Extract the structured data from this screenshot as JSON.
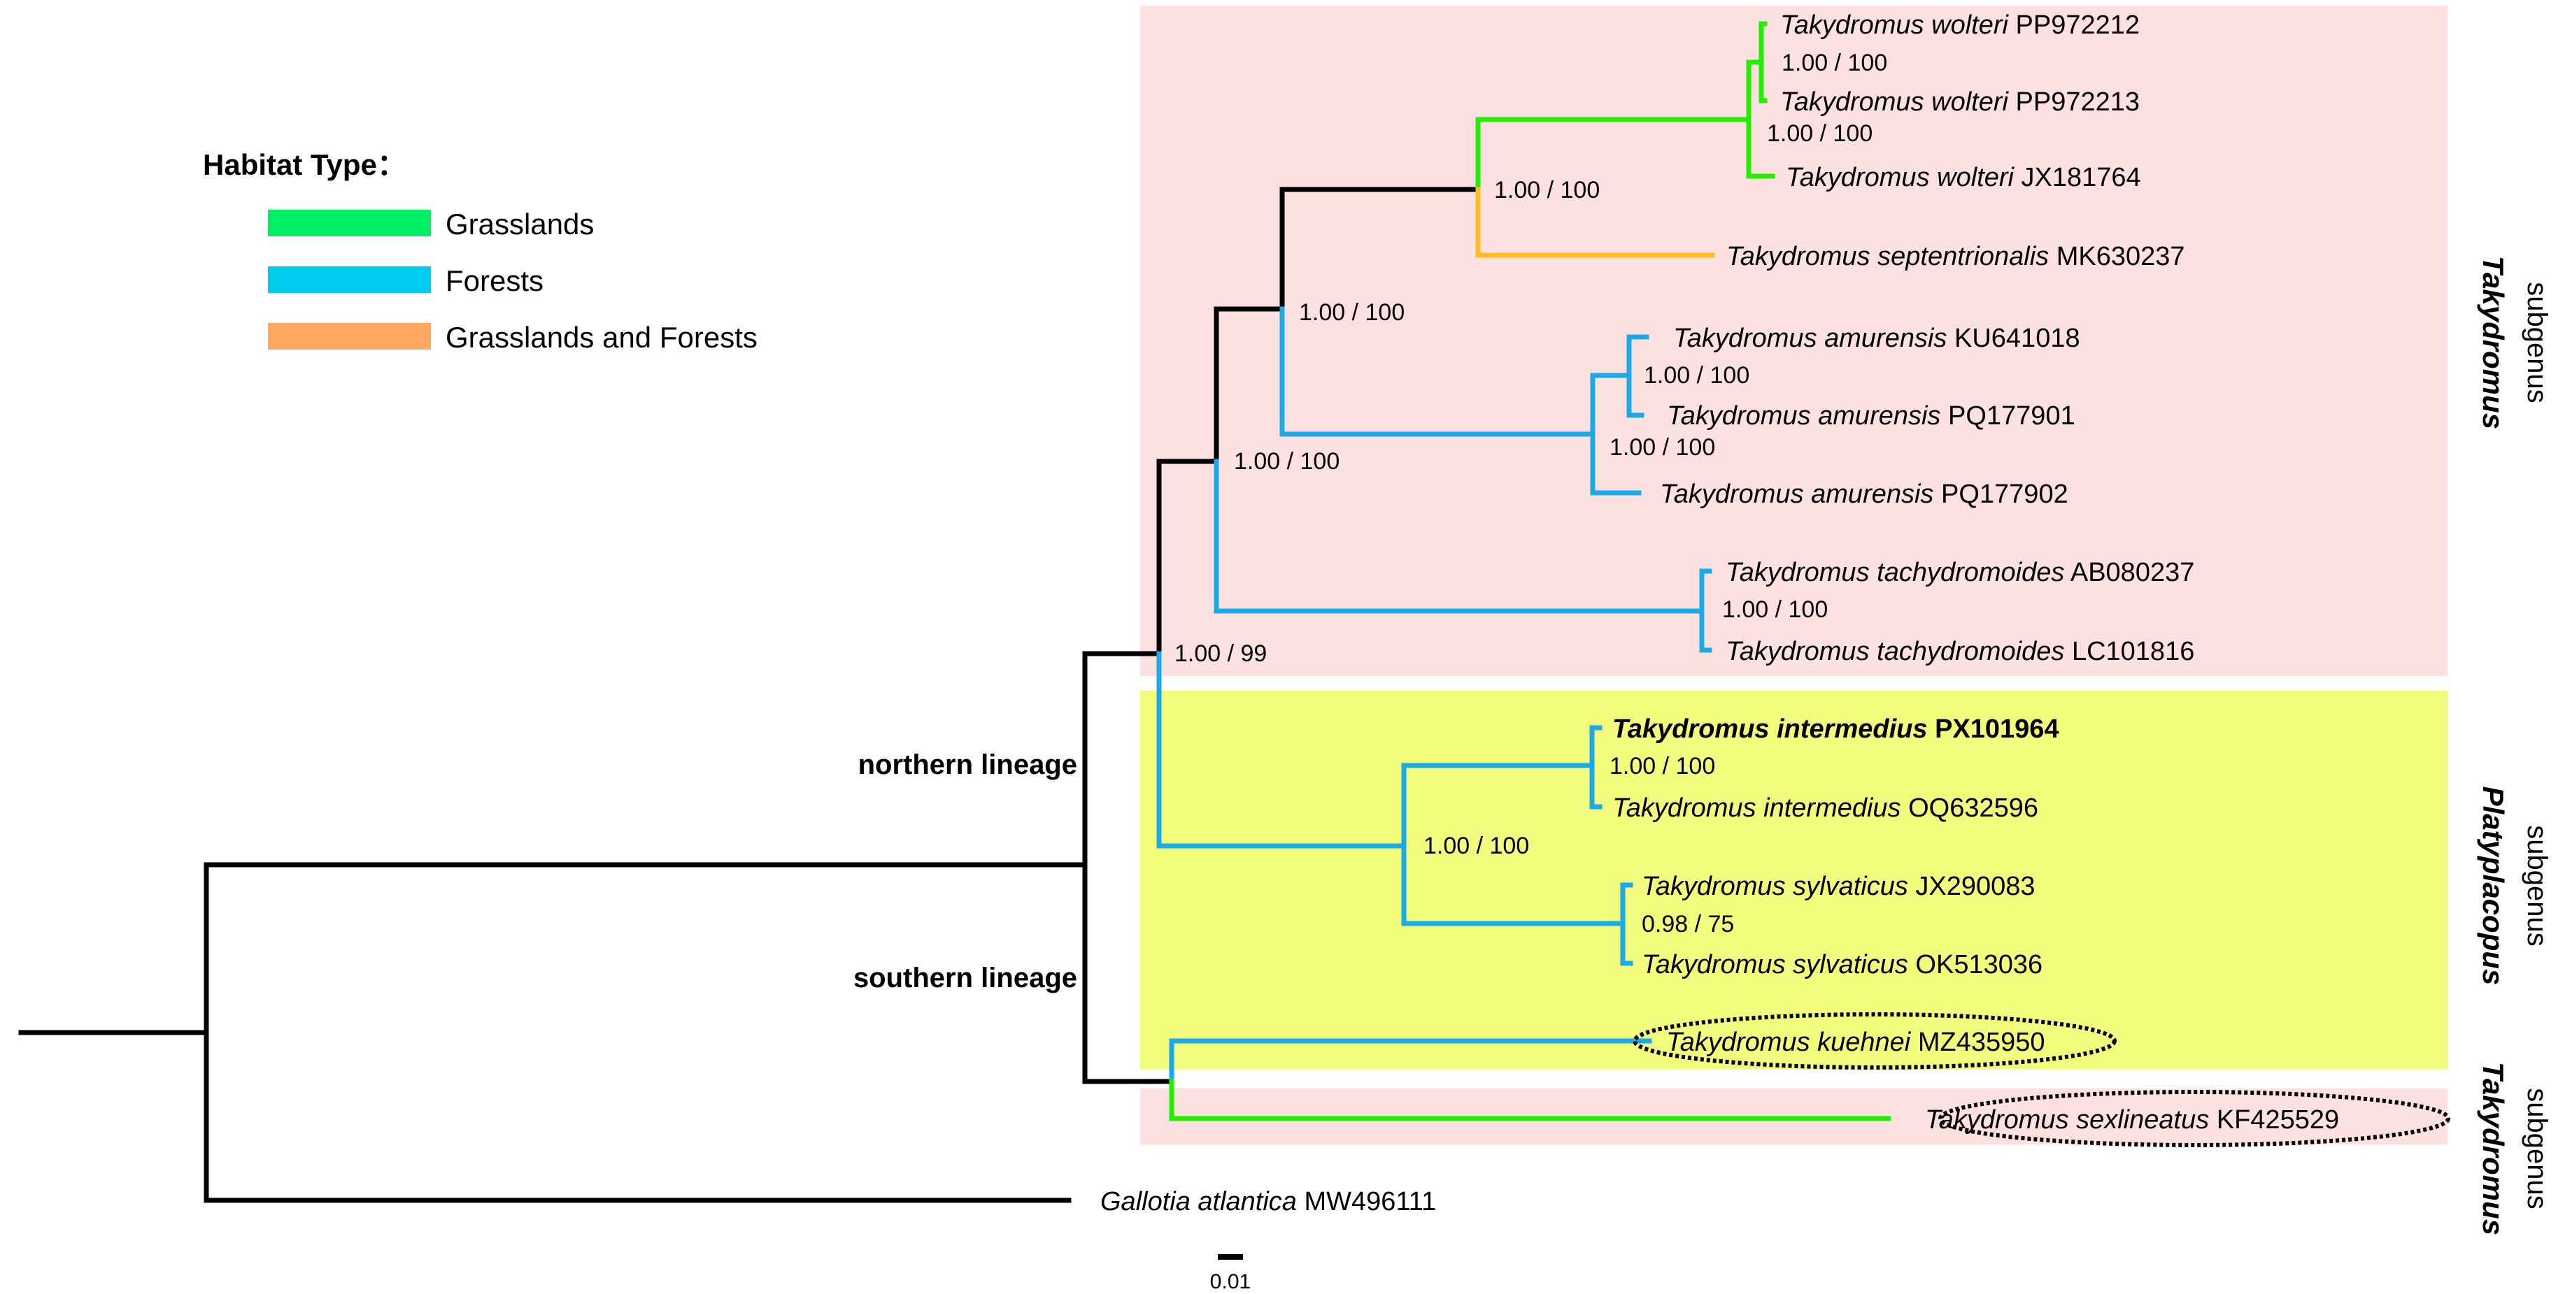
{
  "legend": {
    "title": "Habitat Type：",
    "items": [
      {
        "label": "Grasslands",
        "color": "#00ee66"
      },
      {
        "label": "Forests",
        "color": "#00ccf0"
      },
      {
        "label": "Grasslands and Forests",
        "color": "#ffa860"
      }
    ]
  },
  "tips": [
    {
      "genus": "Takydromus",
      "species": "wolteri",
      "accession": "PP972212"
    },
    {
      "genus": "Takydromus",
      "species": "wolteri",
      "accession": "PP972213"
    },
    {
      "genus": "Takydromus",
      "species": "wolteri",
      "accession": "JX181764"
    },
    {
      "genus": "Takydromus",
      "species": "septentrionalis",
      "accession": "MK630237"
    },
    {
      "genus": "Takydromus",
      "species": "amurensis",
      "accession": "KU641018"
    },
    {
      "genus": "Takydromus",
      "species": "amurensis",
      "accession": "PQ177901"
    },
    {
      "genus": "Takydromus",
      "species": "amurensis",
      "accession": "PQ177902"
    },
    {
      "genus": "Takydromus",
      "species": "tachydromoides",
      "accession": "AB080237"
    },
    {
      "genus": "Takydromus",
      "species": "tachydromoides",
      "accession": "LC101816"
    },
    {
      "genus": "Takydromus",
      "species": "intermedius",
      "accession": "PX101964"
    },
    {
      "genus": "Takydromus",
      "species": "intermedius",
      "accession": "OQ632596"
    },
    {
      "genus": "Takydromus",
      "species": "sylvaticus",
      "accession": "JX290083"
    },
    {
      "genus": "Takydromus",
      "species": "sylvaticus",
      "accession": "OK513036"
    },
    {
      "genus": "Takydromus",
      "species": "kuehnei",
      "accession": "MZ435950"
    },
    {
      "genus": "Takydromus",
      "species": "sexlineatus",
      "accession": "KF425529"
    },
    {
      "genus": "Gallotia",
      "species": "atlantica",
      "accession": "MW496111"
    }
  ],
  "support": [
    "1.00 / 100",
    "1.00 / 100",
    "1.00 / 100",
    "1.00 / 100",
    "1.00 / 100",
    "1.00 / 100",
    "1.00 / 100",
    "1.00 / 99",
    "1.00 / 100",
    "1.00 / 100",
    "1.00 / 100",
    "0.98 / 75"
  ],
  "lineages": {
    "north": "northern lineage",
    "south": "southern lineage"
  },
  "subgenera": [
    {
      "word": "subgenus",
      "name": "Takydromus"
    },
    {
      "word": "subgenus",
      "name": "Platyplacopus"
    },
    {
      "word": "subgenus",
      "name": "Takydromus"
    }
  ],
  "scale_bar": "0.01",
  "colors": {
    "grassland": "#22ee00",
    "forest": "#1aaae8",
    "both": "#ffbb22",
    "backbone": "#000000",
    "takydromus_box": "#fde1e1",
    "platyplacopus_box": "#f2fb7c"
  }
}
